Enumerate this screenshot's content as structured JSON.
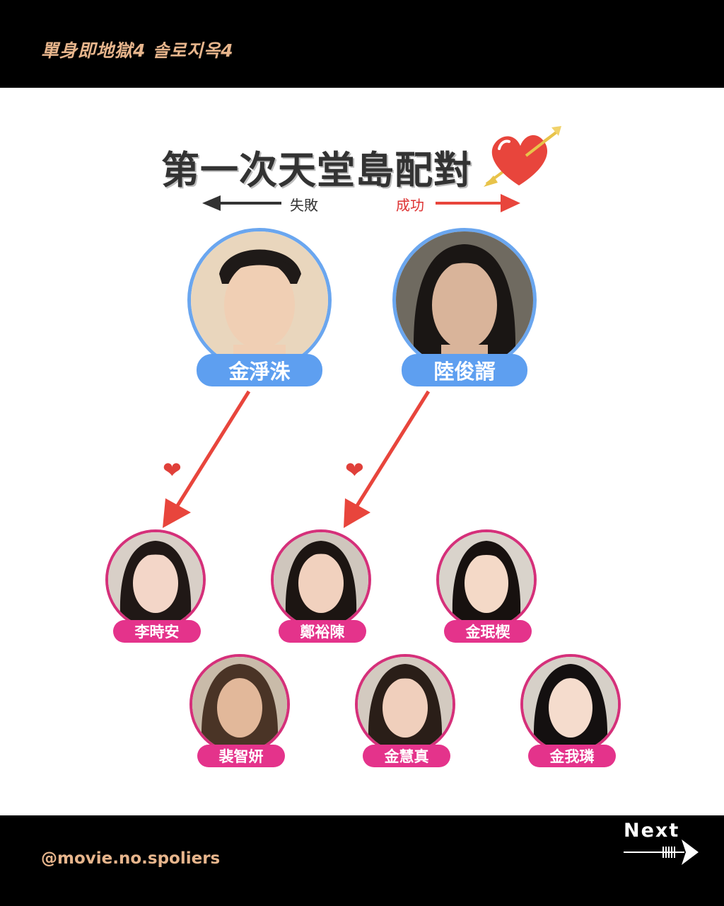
{
  "header": {
    "series_title": "單身即地獄4 솔로지옥4"
  },
  "main": {
    "title": "第一次天堂島配對",
    "legend": {
      "fail_label": "失敗",
      "success_label": "成功"
    },
    "men": [
      {
        "name": "金淨洙"
      },
      {
        "name": "陸俊諝"
      }
    ],
    "women": [
      {
        "name": "李時安"
      },
      {
        "name": "鄭裕陳"
      },
      {
        "name": "金珉楔"
      },
      {
        "name": "裴智妍"
      },
      {
        "name": "金慧真"
      },
      {
        "name": "金我璘"
      }
    ],
    "icons": {
      "heart": "heart-icon",
      "cupid_heart": "heart-arrow-icon"
    }
  },
  "footer": {
    "handle": "@movie.no.spoliers",
    "next_label": "Next"
  },
  "colors": {
    "male_accent": "#5e9ff0",
    "female_accent": "#e4338b",
    "arrow": "#e8453c",
    "brand_text": "#e7b58c"
  }
}
